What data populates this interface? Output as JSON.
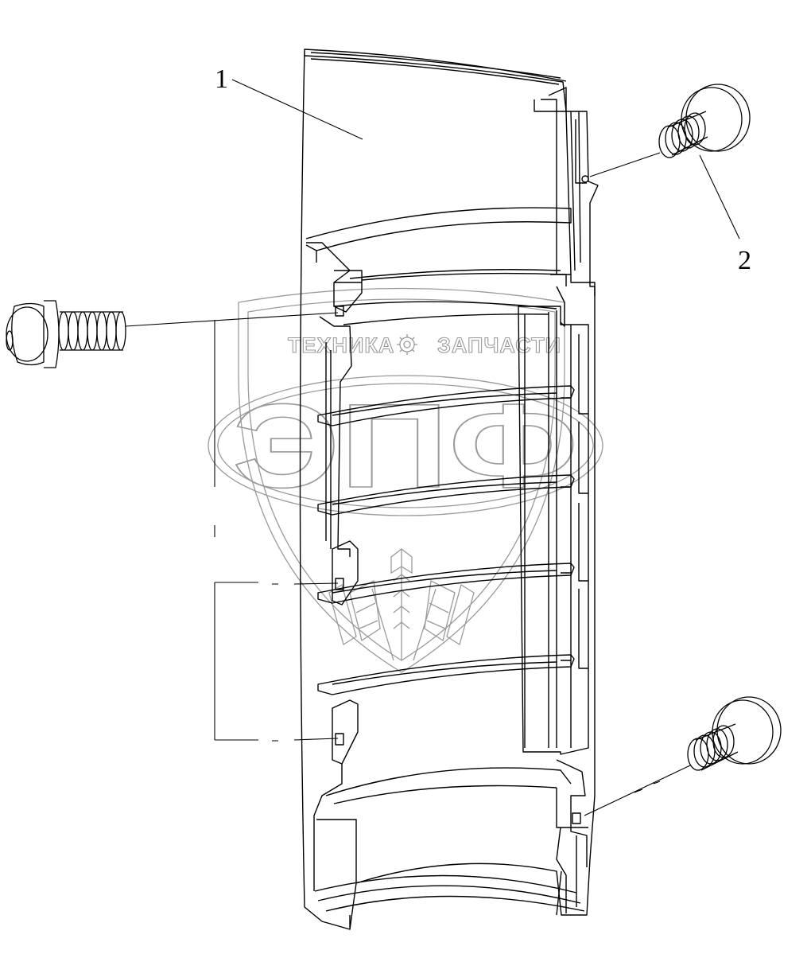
{
  "callouts": [
    {
      "id": "1",
      "label": "1"
    },
    {
      "id": "2",
      "label": "2"
    }
  ],
  "watermark": {
    "brand_left": "ТЕХНИКА",
    "brand_right": "ЗАПЧАСТИ",
    "logo_letters": "ЭПФ"
  },
  "colors": {
    "line": "#000000",
    "watermark": "#9a9a9a",
    "background": "#ffffff"
  }
}
